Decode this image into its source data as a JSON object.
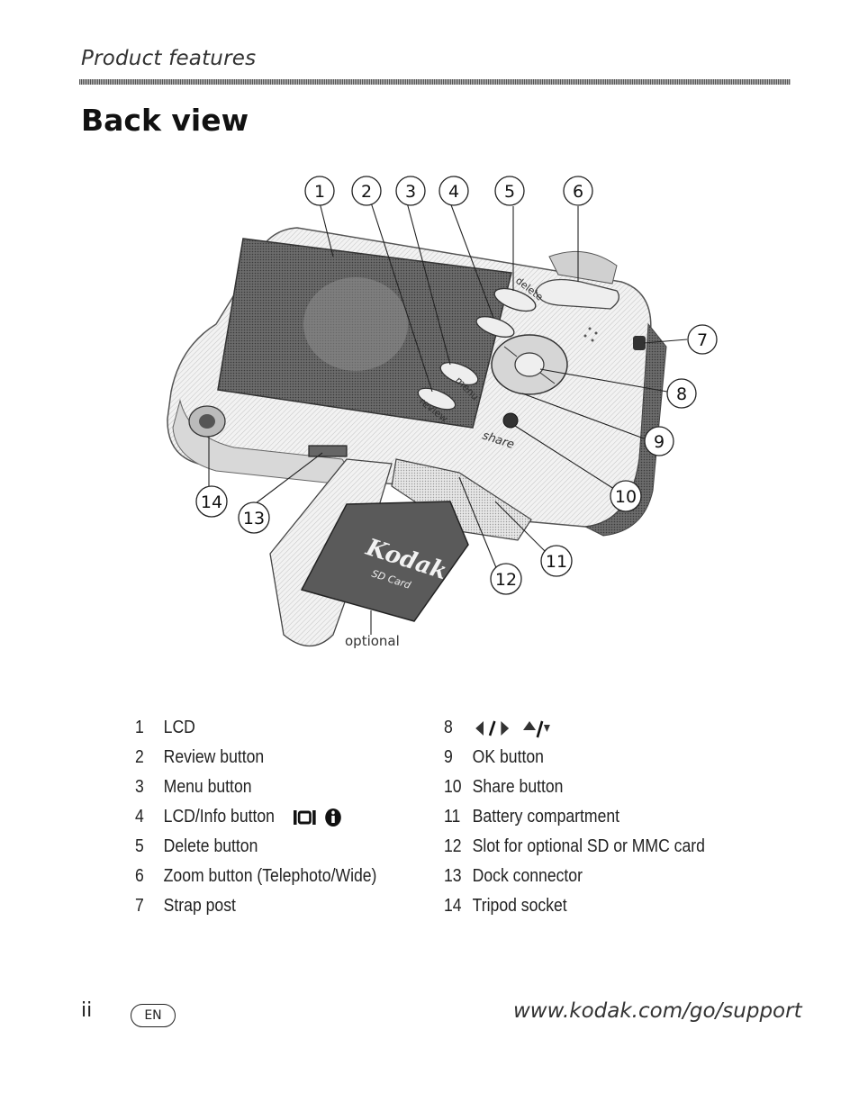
{
  "header": {
    "section_label": "Product features",
    "page_title": "Back view"
  },
  "figure": {
    "callout_numbers": [
      "1",
      "2",
      "3",
      "4",
      "5",
      "6",
      "7",
      "8",
      "9",
      "10",
      "11",
      "12",
      "13",
      "14"
    ],
    "camera_labels": {
      "delete": "delete",
      "menu": "menu",
      "review": "review",
      "share": "share",
      "brand": "Kodak",
      "card": "SD Card"
    },
    "optional_label": "optional"
  },
  "legend": {
    "left": [
      {
        "num": "1",
        "text": "LCD"
      },
      {
        "num": "2",
        "text": "Review button"
      },
      {
        "num": "3",
        "text": "Menu button"
      },
      {
        "num": "4",
        "text": "LCD/Info button"
      },
      {
        "num": "5",
        "text": "Delete button"
      },
      {
        "num": "6",
        "text": "Zoom button (Telephoto/Wide)"
      },
      {
        "num": "7",
        "text": "Strap post"
      }
    ],
    "right": [
      {
        "num": "8",
        "text": ""
      },
      {
        "num": "9",
        "text": "OK button"
      },
      {
        "num": "10",
        "text": "Share button"
      },
      {
        "num": "11",
        "text": "Battery compartment"
      },
      {
        "num": "12",
        "text": "Slot for optional SD or MMC card"
      },
      {
        "num": "13",
        "text": "Dock connector"
      },
      {
        "num": "14",
        "text": "Tripod socket"
      }
    ],
    "icons": {
      "lcd_info": [
        "lcd-icon",
        "info-icon"
      ],
      "nav": [
        "left-arrow-icon",
        "right-arrow-icon",
        "up-arrow-icon",
        "down-arrow-icon"
      ]
    }
  },
  "footer": {
    "page_number": "ii",
    "language_badge": "EN",
    "url": "www.kodak.com/go/support"
  }
}
